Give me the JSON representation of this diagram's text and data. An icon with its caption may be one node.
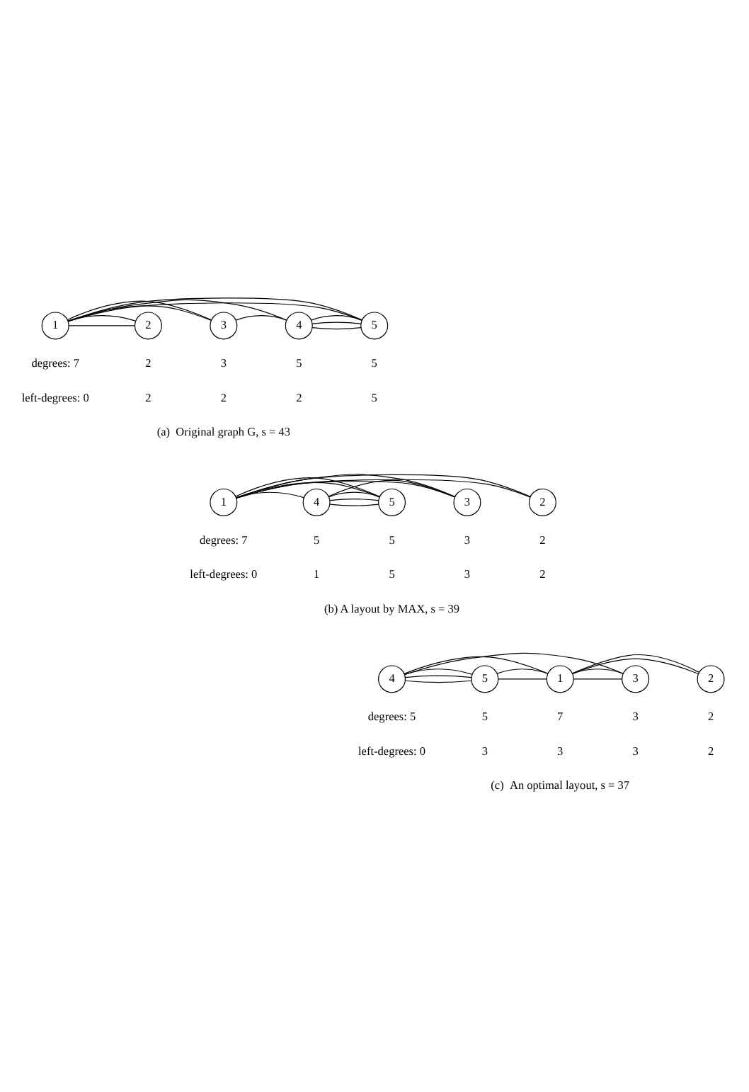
{
  "diagram": {
    "nodes": [
      {
        "text": [
          "1"
        ]
      },
      {
        "text": [
          "2"
        ]
      },
      {
        "text": [
          "3"
        ]
      },
      {
        "text": [
          "4"
        ]
      },
      {
        "text": [
          "5"
        ]
      },
      {
        "text": [
          "1"
        ]
      },
      {
        "text": [
          "4"
        ]
      },
      {
        "text": [
          "5"
        ]
      },
      {
        "text": [
          "3"
        ]
      },
      {
        "text": [
          "2"
        ]
      },
      {
        "text": [
          "4"
        ]
      },
      {
        "text": [
          "5"
        ]
      },
      {
        "text": [
          "1"
        ]
      },
      {
        "text": [
          "3"
        ]
      },
      {
        "text": [
          "2"
        ]
      }
    ],
    "edges": [
      {
        "from": 0,
        "to": 1,
        "arrow": "none"
      },
      {
        "from": 0,
        "to": 1,
        "arrow": "none"
      },
      {
        "from": 0,
        "to": 2,
        "arrow": "none"
      },
      {
        "from": 0,
        "to": 2,
        "arrow": "none"
      },
      {
        "from": 2,
        "to": 3,
        "arrow": "none"
      },
      {
        "from": 3,
        "to": 4,
        "arrow": "none"
      },
      {
        "from": 3,
        "to": 4,
        "arrow": "none"
      },
      {
        "from": 3,
        "to": 4,
        "arrow": "none"
      },
      {
        "from": 0,
        "to": 3,
        "arrow": "none"
      },
      {
        "from": 0,
        "to": 4,
        "arrow": "none"
      },
      {
        "from": 0,
        "to": 4,
        "arrow": "none"
      },
      {
        "from": 5,
        "to": 8,
        "arrow": "none"
      },
      {
        "from": 5,
        "to": 8,
        "arrow": "none"
      },
      {
        "from": 5,
        "to": 6,
        "arrow": "none"
      },
      {
        "from": 6,
        "to": 7,
        "arrow": "none"
      },
      {
        "from": 6,
        "to": 7,
        "arrow": "none"
      },
      {
        "from": 6,
        "to": 7,
        "arrow": "none"
      },
      {
        "from": 5,
        "to": 7,
        "arrow": "none"
      },
      {
        "from": 5,
        "to": 7,
        "arrow": "none"
      },
      {
        "from": 6,
        "to": 8,
        "arrow": "none"
      },
      {
        "from": 5,
        "to": 9,
        "arrow": "none"
      },
      {
        "from": 5,
        "to": 9,
        "arrow": "none"
      },
      {
        "from": 10,
        "to": 13,
        "arrow": "none"
      },
      {
        "from": 10,
        "to": 11,
        "arrow": "none"
      },
      {
        "from": 10,
        "to": 11,
        "arrow": "none"
      },
      {
        "from": 10,
        "to": 11,
        "arrow": "none"
      },
      {
        "from": 11,
        "to": 12,
        "arrow": "none"
      },
      {
        "from": 11,
        "to": 12,
        "arrow": "none"
      },
      {
        "from": 12,
        "to": 13,
        "arrow": "none"
      },
      {
        "from": 12,
        "to": 13,
        "arrow": "none"
      },
      {
        "from": 10,
        "to": 12,
        "arrow": "none"
      },
      {
        "from": 12,
        "to": 14,
        "arrow": "none"
      },
      {
        "from": 12,
        "to": 14,
        "arrow": "none"
      }
    ],
    "labels": [
      "degrees: 7",
      "2",
      "3",
      "5",
      "5",
      "left-degrees: 0",
      "2",
      "2",
      "2",
      "5",
      "(a)  Original graph G, s = 43",
      "degrees: 7",
      "5",
      "5",
      "3",
      "2",
      "left-degrees: 0",
      "1",
      "5",
      "3",
      "2",
      "(b) A layout by MAX, s = 39",
      "degrees: 5",
      "5",
      "7",
      "3",
      "2",
      "left-degrees: 0",
      "3",
      "3",
      "3",
      "2",
      "(c)  An optimal layout, s = 37"
    ]
  }
}
